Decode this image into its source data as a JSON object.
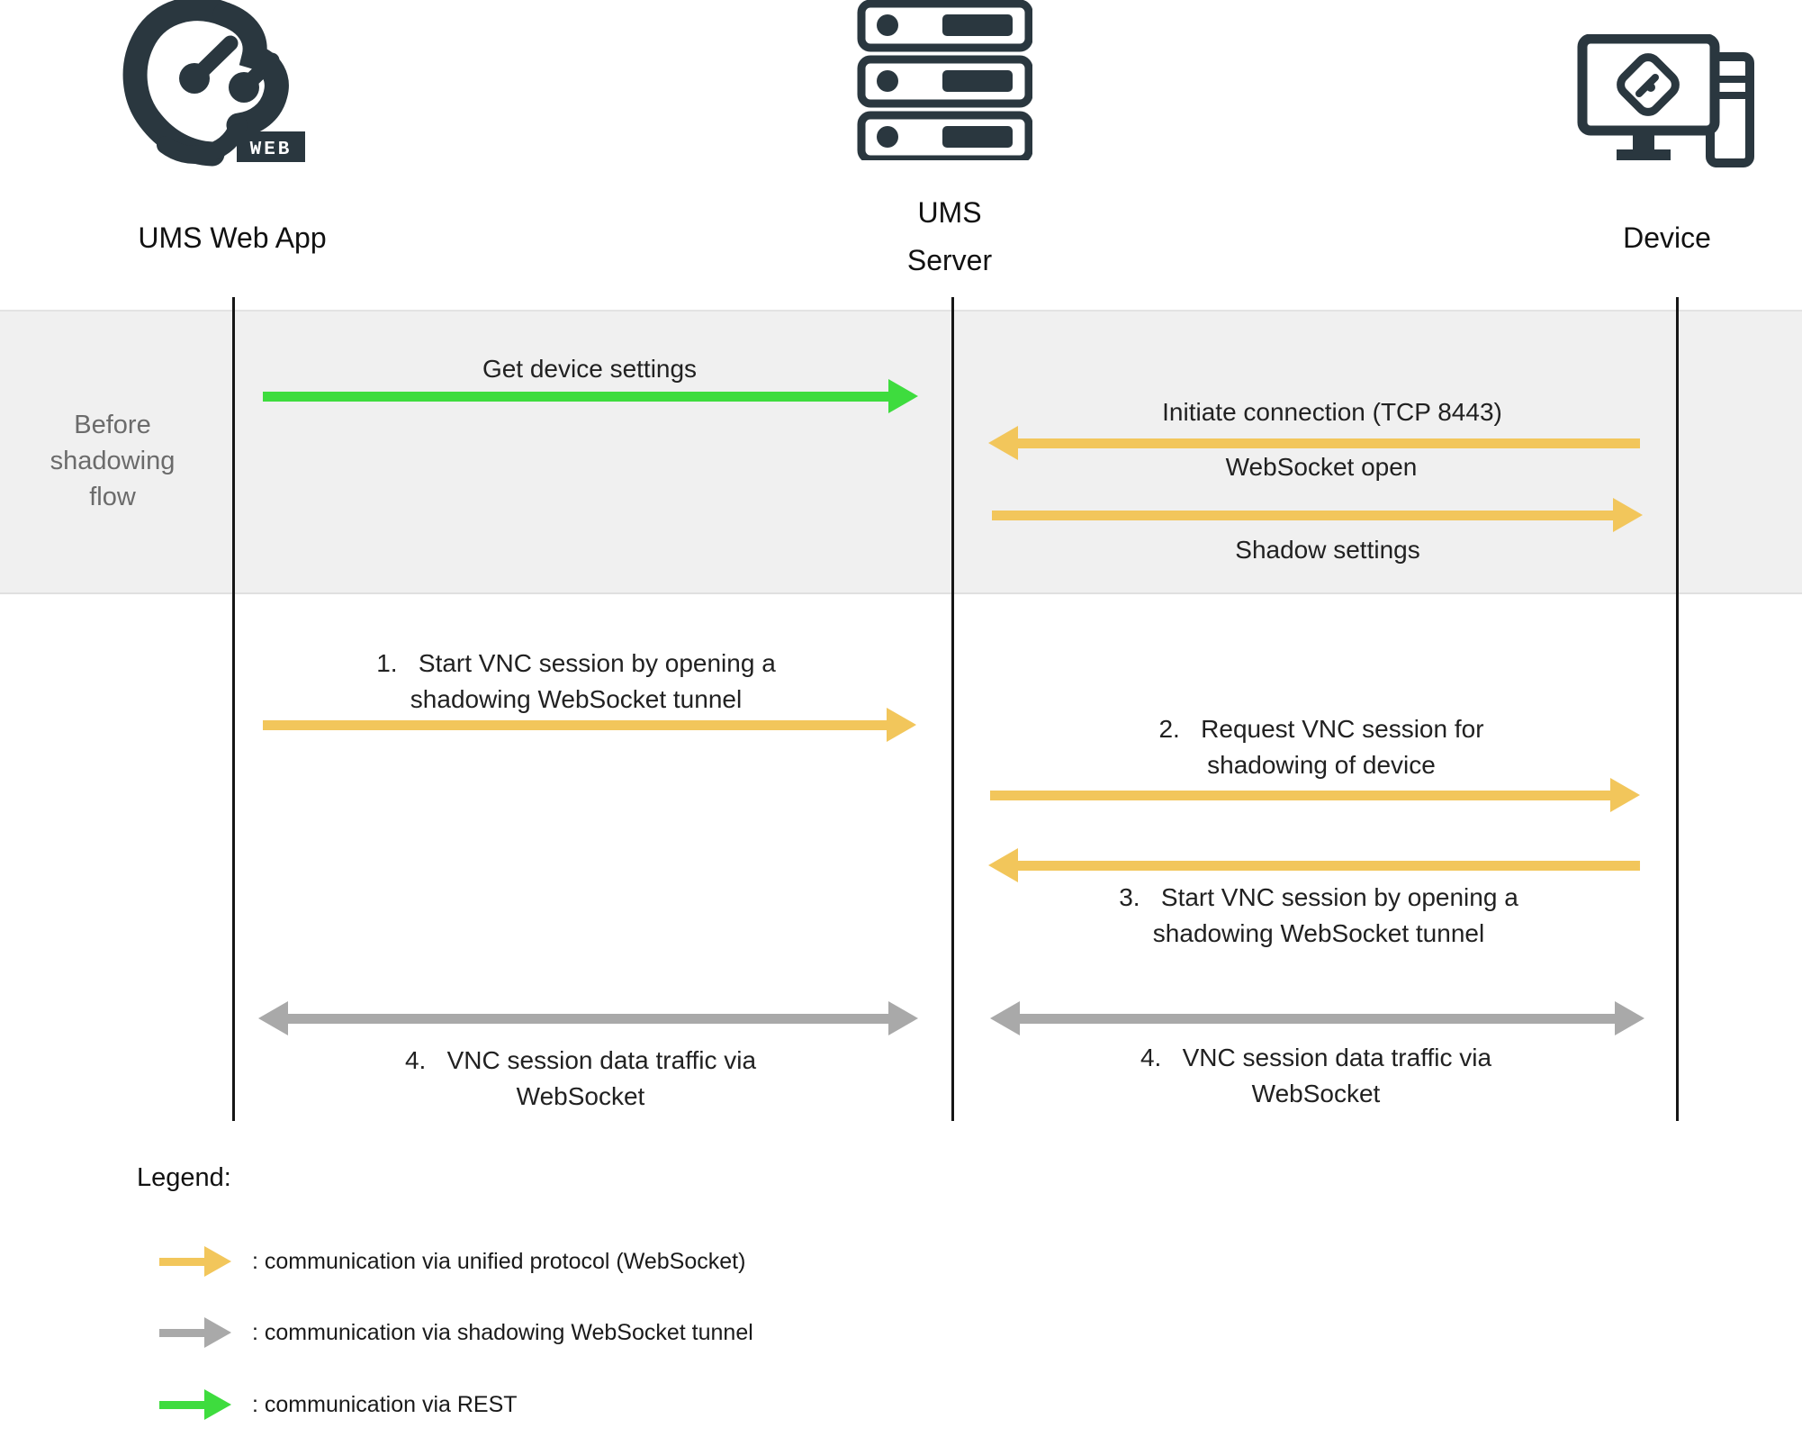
{
  "actors": {
    "web_app": {
      "label": "UMS Web App",
      "badge": "WEB"
    },
    "server": {
      "label": "UMS Server"
    },
    "device": {
      "label": "Device"
    }
  },
  "band": {
    "label": "Before shadowing flow"
  },
  "messages": [
    {
      "id": "get-device-settings",
      "text": "Get device settings",
      "style": "rest",
      "direction": "right",
      "from": "ums-web-app",
      "to": "ums-server"
    },
    {
      "id": "initiate-connection",
      "text": "Initiate connection (TCP 8443)",
      "style": "unified",
      "direction": "left",
      "from": "device",
      "to": "ums-server"
    },
    {
      "id": "websocket-open",
      "text": "WebSocket open",
      "style": "unified",
      "direction": "right",
      "from": "ums-server",
      "to": "device"
    },
    {
      "id": "shadow-settings",
      "text": "Shadow settings",
      "style": "unified",
      "direction": "none",
      "from": "ums-server",
      "to": "device"
    },
    {
      "id": "step-1",
      "text": "1.   Start VNC session by opening a shadowing WebSocket tunnel",
      "style": "unified",
      "direction": "right",
      "from": "ums-web-app",
      "to": "ums-server"
    },
    {
      "id": "step-2",
      "text": "2.   Request VNC session for shadowing of device",
      "style": "unified",
      "direction": "right",
      "from": "ums-server",
      "to": "device"
    },
    {
      "id": "step-3",
      "text": "3.   Start VNC session by opening a shadowing WebSocket tunnel",
      "style": "unified",
      "direction": "left",
      "from": "device",
      "to": "ums-server"
    },
    {
      "id": "step-4-left",
      "text": "4.   VNC session data traffic via WebSocket",
      "style": "shadowing",
      "direction": "both",
      "from": "ums-web-app",
      "to": "ums-server"
    },
    {
      "id": "step-4-right",
      "text": "4.   VNC session data traffic via WebSocket",
      "style": "shadowing",
      "direction": "both",
      "from": "ums-server",
      "to": "device"
    }
  ],
  "legend": {
    "title": "Legend:",
    "items": [
      {
        "label": ": communication via unified protocol (WebSocket)",
        "style": "unified"
      },
      {
        "label": ": communication via shadowing WebSocket tunnel",
        "style": "shadowing"
      },
      {
        "label": ": communication via REST",
        "style": "rest"
      }
    ]
  },
  "colors": {
    "unified_yellow": "#F2C65B",
    "shadowing_gray": "#A9A9A9",
    "rest_green": "#3EDC3E",
    "icon_ink": "#2A373F",
    "band_bg": "#F0F0F0",
    "text": "#212121"
  }
}
